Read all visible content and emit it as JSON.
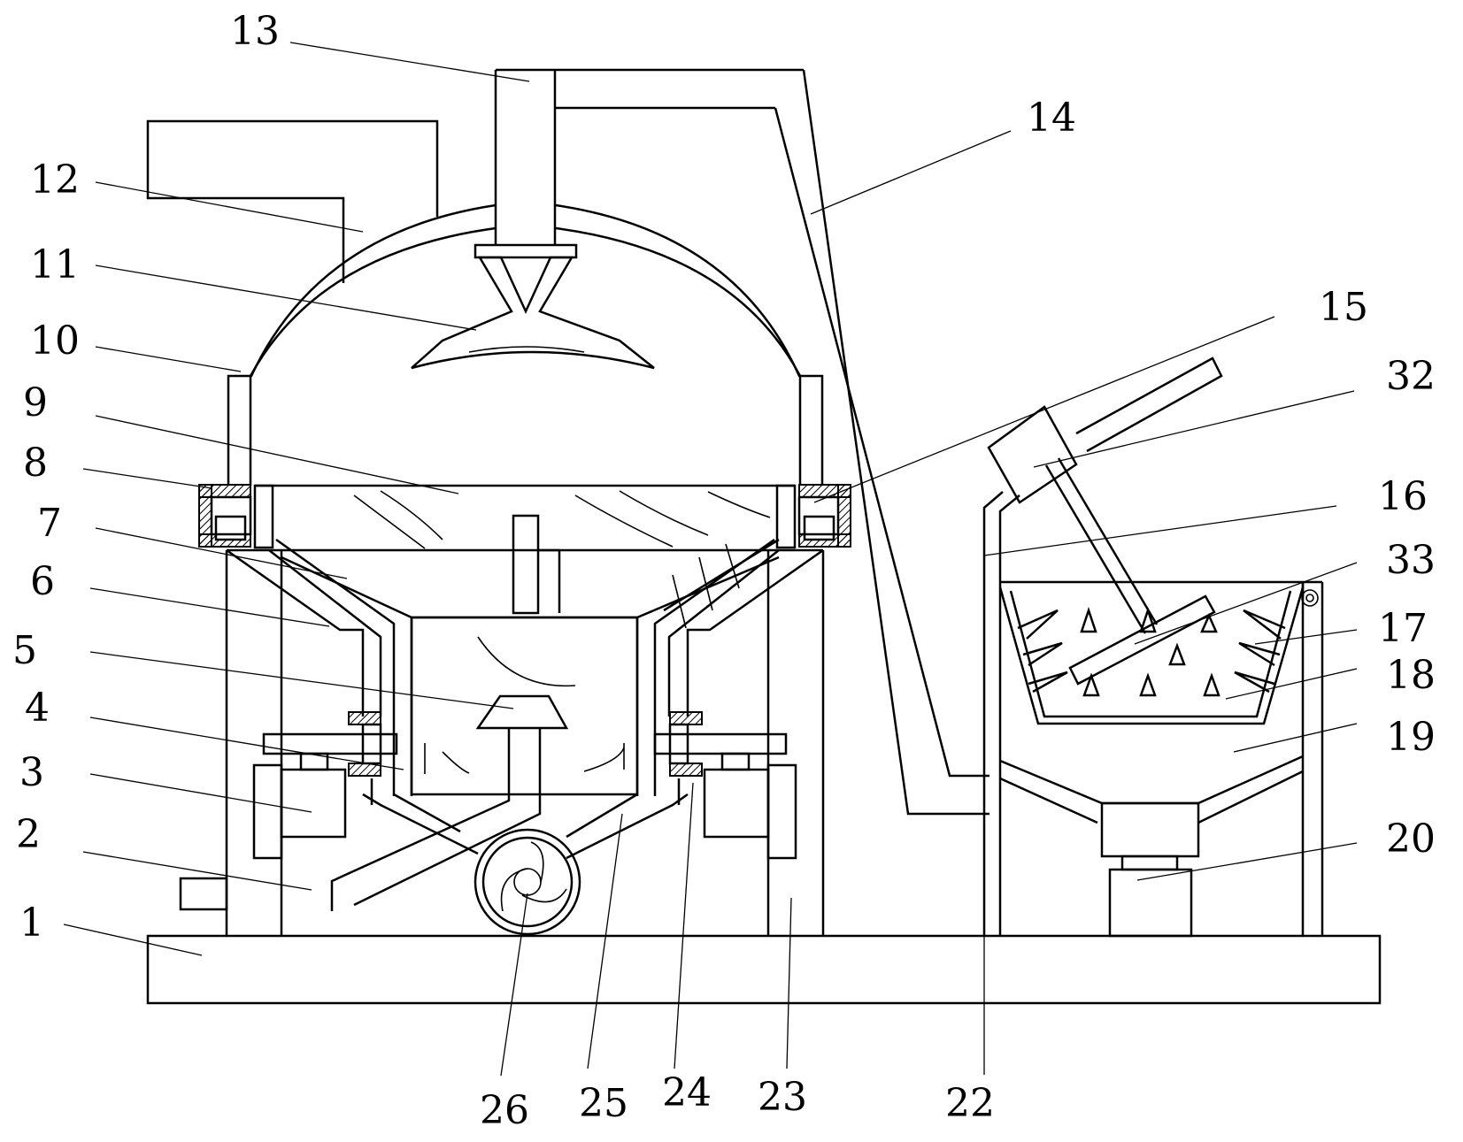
{
  "callouts": [
    "1",
    "2",
    "3",
    "4",
    "5",
    "6",
    "7",
    "8",
    "9",
    "10",
    "11",
    "12",
    "13",
    "14",
    "15",
    "16",
    "17",
    "18",
    "19",
    "20",
    "22",
    "23",
    "24",
    "25",
    "26",
    "32",
    "33"
  ]
}
